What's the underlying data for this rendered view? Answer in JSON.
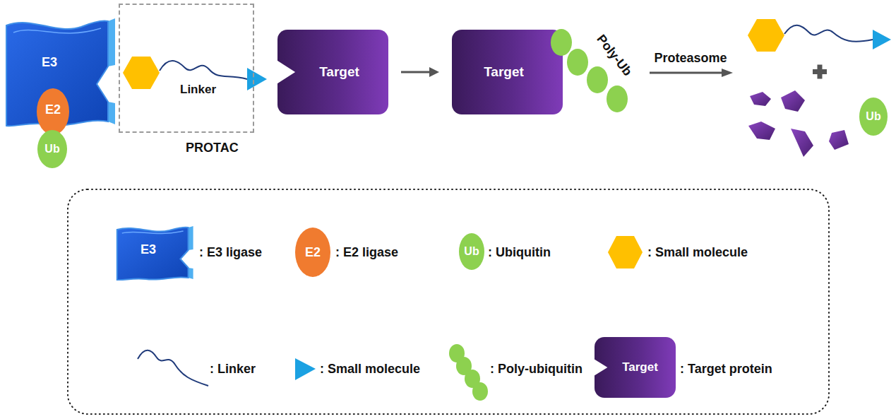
{
  "diagram": {
    "nodes": [
      {
        "text": [
          "E3"
        ]
      },
      {
        "text": [
          "E2"
        ]
      },
      {
        "text": [
          "Ub"
        ]
      },
      {
        "text": [
          "Linker",
          "PROTAC"
        ]
      },
      {
        "text": [
          "Target"
        ]
      },
      {
        "text": [
          "Target"
        ]
      },
      {
        "text": [
          "Ub"
        ]
      },
      {
        "text": [
          "E3"
        ]
      },
      {
        "text": [
          "E2"
        ]
      },
      {
        "text": [
          "Ub"
        ]
      },
      {
        "text": [
          "Target"
        ]
      }
    ],
    "edges": [
      {
        "from": 4,
        "to": 5,
        "arrow": "to"
      }
    ],
    "labels": [
      "Poly-Ub",
      "Proteasome"
    ],
    "legend": [
      {
        "text": ": E3 ligase"
      },
      {
        "text": ": E2 ligase"
      },
      {
        "text": ": Ubiquitin"
      },
      {
        "text": ": Small molecule"
      },
      {
        "text": ": Linker"
      },
      {
        "text": ": Small molecule"
      },
      {
        "text": ": Poly-ubiquitin"
      },
      {
        "text": ": Target protein"
      }
    ]
  }
}
